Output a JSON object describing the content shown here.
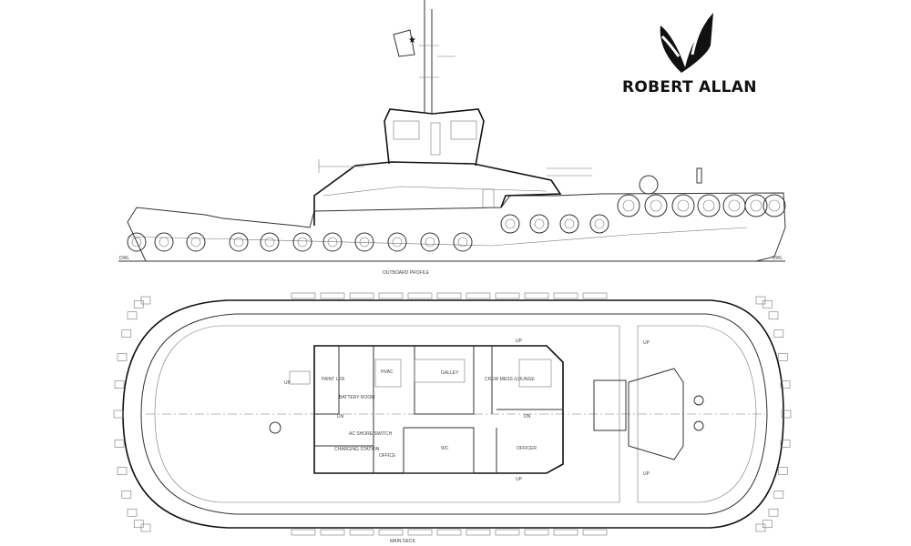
{
  "brand": {
    "name": "ROBERT ALLAN"
  },
  "captions": {
    "profile": "OUTBOARD PROFILE",
    "deck": "MAIN DECK"
  },
  "profile_labels": {
    "dwl_left": "DWL",
    "dwl_right": "DWL"
  },
  "rooms": {
    "up_fwd": "UP",
    "paint_lkr": "PAINT LKR",
    "battery_room": "BATTERY ROOM",
    "dn_1": "DN",
    "hvac": "HVAC",
    "galley": "GALLEY",
    "crew_mess": "CREW MESS /LOUNGE",
    "ac_shore": "AC SHORE SWITCH",
    "charging": "CHARGING STATION",
    "office": "OFFICE",
    "wc": "WC",
    "officer": "OFFICER",
    "dn_2": "DN",
    "up_aft_1": "UP",
    "up_aft_2": "UP",
    "up_aft_3": "UP",
    "up_aft_4": "UP"
  }
}
